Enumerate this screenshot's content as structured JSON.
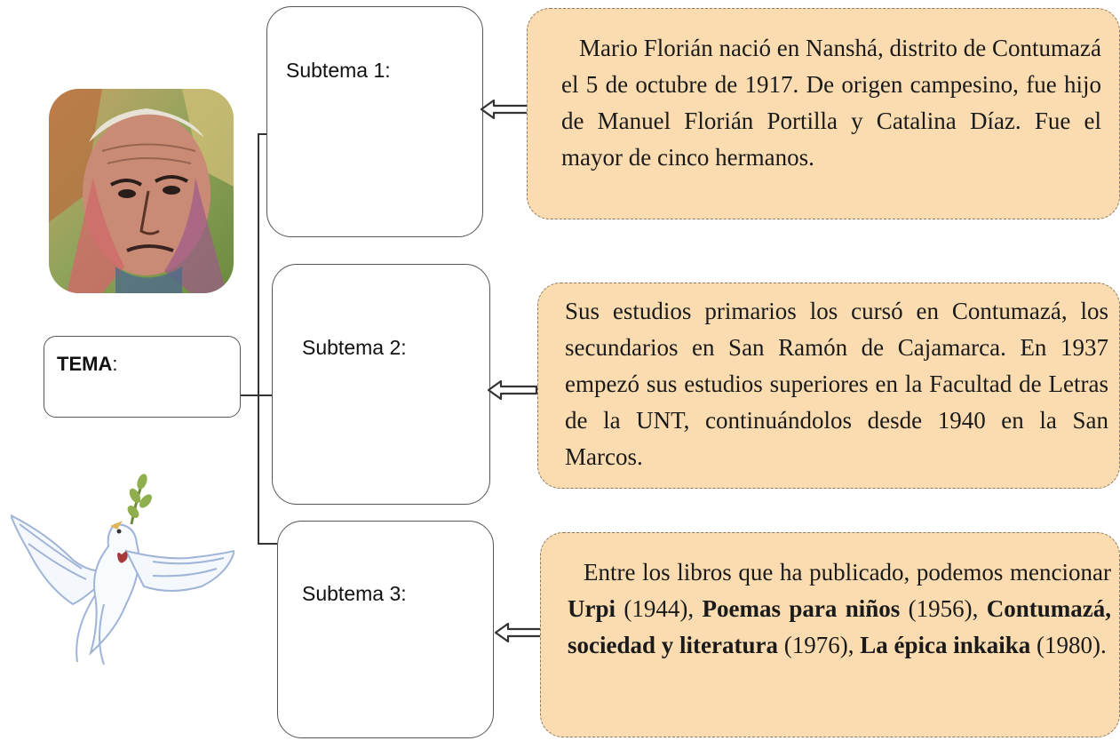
{
  "tema": {
    "label": "TEMA",
    "suffix": ":"
  },
  "subtemas": [
    {
      "label": "Subtema 1:"
    },
    {
      "label": "Subtema 2:"
    },
    {
      "label": "Subtema 3:"
    }
  ],
  "info_boxes": [
    {
      "segments": [
        {
          "text": "Mario Florián nació en Nanshá, distrito de Contumazá el 5 de octubre de 1917. De origen campesino, fue hijo de Manuel Florián Portilla y Catalina Díaz. Fue el mayor de cinco hermanos.",
          "bold": false
        }
      ]
    },
    {
      "segments": [
        {
          "text": "Sus estudios primarios los cursó en Contumazá, los secundarios en San Ramón de Cajamarca. En 1937 empezó sus estudios superiores en la Facultad de Letras de la UNT, continuándolos desde 1940 en la San Marcos.",
          "bold": false
        }
      ]
    },
    {
      "segments": [
        {
          "text": "Entre los libros que ha publicado, podemos mencionar ",
          "bold": false
        },
        {
          "text": "Urpi",
          "bold": true
        },
        {
          "text": " (1944), ",
          "bold": false
        },
        {
          "text": "Poemas para niños",
          "bold": true
        },
        {
          "text": " (1956), ",
          "bold": false
        },
        {
          "text": "Contumazá, sociedad y literatura",
          "bold": true
        },
        {
          "text": " (1976), ",
          "bold": false
        },
        {
          "text": "La épica inkaika",
          "bold": true
        },
        {
          "text": " (1980).",
          "bold": false
        }
      ]
    }
  ],
  "colors": {
    "info_fill": "#fbdcb0",
    "border": "#555555",
    "text": "#1a1a1a"
  },
  "icons": {
    "arrow": "left-arrow-icon",
    "portrait": "portrait-illustration",
    "dove": "dove-illustration"
  }
}
